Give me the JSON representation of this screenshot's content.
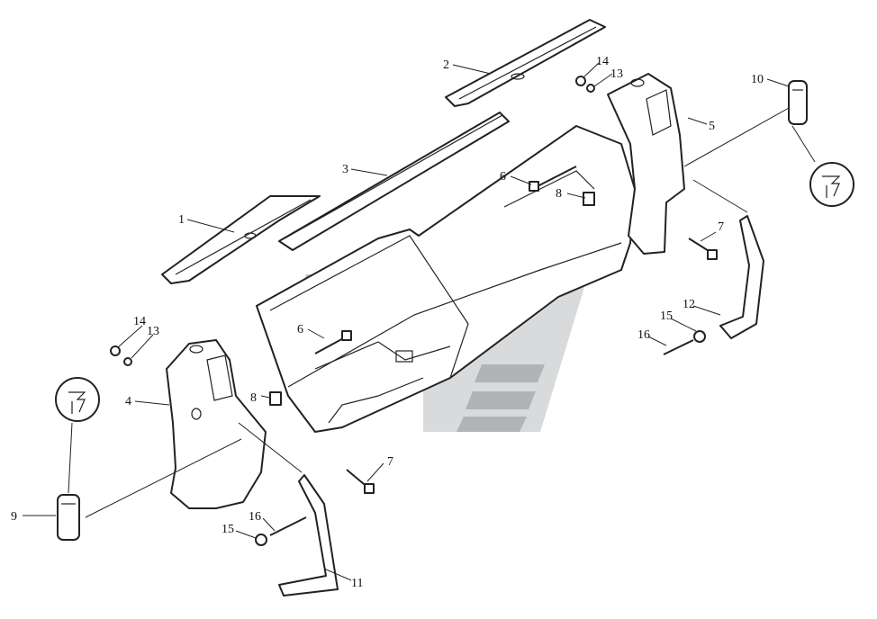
{
  "diagram": {
    "callouts": [
      {
        "id": "c1",
        "label": "1"
      },
      {
        "id": "c2",
        "label": "2"
      },
      {
        "id": "c3",
        "label": "3"
      },
      {
        "id": "c4",
        "label": "4"
      },
      {
        "id": "c5",
        "label": "5"
      },
      {
        "id": "c6a",
        "label": "6"
      },
      {
        "id": "c6b",
        "label": "6"
      },
      {
        "id": "c7a",
        "label": "7"
      },
      {
        "id": "c7b",
        "label": "7"
      },
      {
        "id": "c8a",
        "label": "8"
      },
      {
        "id": "c8b",
        "label": "8"
      },
      {
        "id": "c9",
        "label": "9"
      },
      {
        "id": "c10",
        "label": "10"
      },
      {
        "id": "c11",
        "label": "11"
      },
      {
        "id": "c12",
        "label": "12"
      },
      {
        "id": "c13a",
        "label": "13"
      },
      {
        "id": "c13b",
        "label": "13"
      },
      {
        "id": "c14a",
        "label": "14"
      },
      {
        "id": "c14b",
        "label": "14"
      },
      {
        "id": "c15a",
        "label": "15"
      },
      {
        "id": "c15b",
        "label": "15"
      },
      {
        "id": "c16a",
        "label": "16"
      },
      {
        "id": "c16b",
        "label": "16"
      }
    ]
  }
}
